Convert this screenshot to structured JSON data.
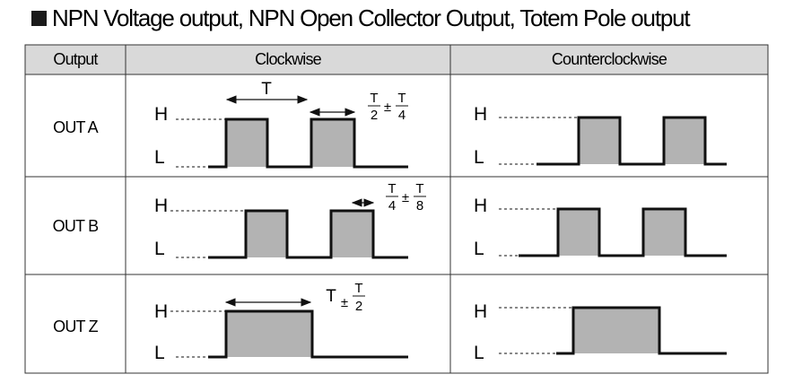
{
  "title": "NPN Voltage output, NPN Open Collector Output, Totem Pole output",
  "headers": {
    "output": "Output",
    "cw": "Clockwise",
    "ccw": "Counterclockwise"
  },
  "levels": {
    "high": "H",
    "low": "L"
  },
  "rows": [
    {
      "label": "OUT A"
    },
    {
      "label": "OUT B"
    },
    {
      "label": "OUT Z"
    }
  ],
  "annotations": {
    "period": "T",
    "a_phase": {
      "num1": "T",
      "den1": "2",
      "pm": "±",
      "num2": "T",
      "den2": "4"
    },
    "b_phase": {
      "num1": "T",
      "den1": "4",
      "pm": "±",
      "num2": "T",
      "den2": "8"
    },
    "z_width": {
      "lead": "T",
      "pm": "±",
      "num": "T",
      "den": "2"
    }
  },
  "colors": {
    "pulse_fill": "#b3b3b3",
    "header_bg": "#d9d9d9",
    "line": "#111111"
  }
}
